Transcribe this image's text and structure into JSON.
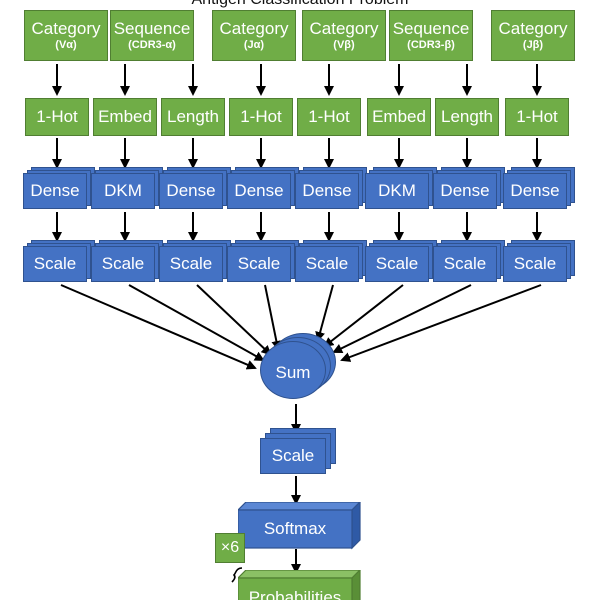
{
  "title": "Antigen Classification Problem",
  "inputs": [
    {
      "main": "Category",
      "sub": "(Vα)"
    },
    {
      "main": "Sequence",
      "sub": "(CDR3-α)"
    },
    {
      "main": "Category",
      "sub": "(Jα)"
    },
    {
      "main": "Category",
      "sub": "(Vβ)"
    },
    {
      "main": "Sequence",
      "sub": "(CDR3-β)"
    },
    {
      "main": "Category",
      "sub": "(Jβ)"
    }
  ],
  "encoders": [
    "1-Hot",
    "Embed",
    "Length",
    "1-Hot",
    "1-Hot",
    "Embed",
    "Length",
    "1-Hot"
  ],
  "dense_layers": [
    "Dense",
    "DKM",
    "Dense",
    "Dense",
    "Dense",
    "DKM",
    "Dense",
    "Dense"
  ],
  "scale_layers": [
    "Scale",
    "Scale",
    "Scale",
    "Scale",
    "Scale",
    "Scale",
    "Scale",
    "Scale"
  ],
  "sum_label": "Sum",
  "scale_final": "Scale",
  "softmax": "Softmax",
  "repeat_badge": "×6",
  "output": "Probabilities",
  "colors": {
    "green": "#70ad47",
    "green_dark": "#507e32",
    "blue": "#4472c4",
    "blue_dark": "#2f528f",
    "arrow": "#000000"
  }
}
